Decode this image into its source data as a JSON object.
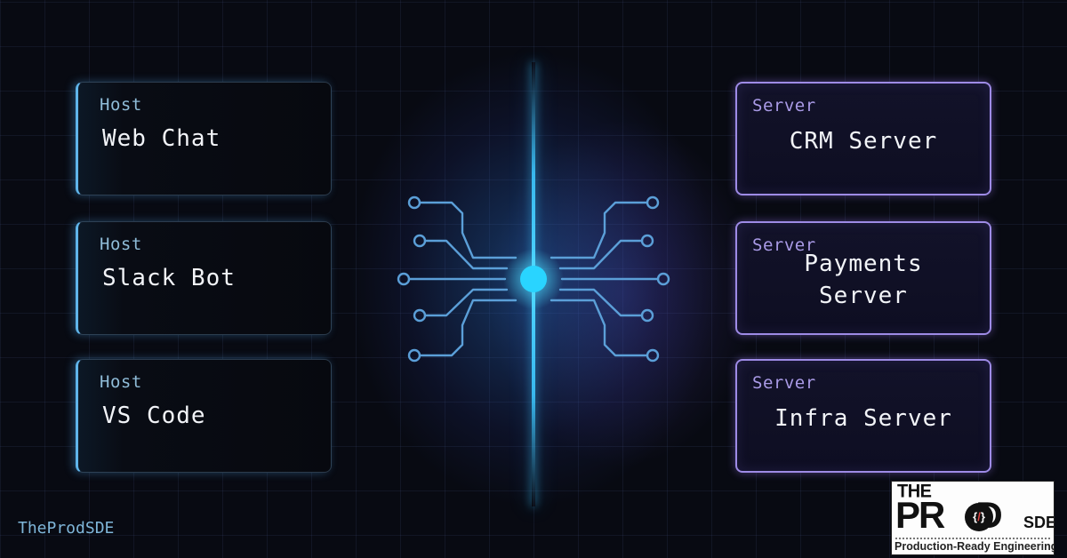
{
  "hosts": [
    {
      "tag": "Host",
      "name": "Web Chat"
    },
    {
      "tag": "Host",
      "name": "Slack Bot"
    },
    {
      "tag": "Host",
      "name": "VS Code"
    }
  ],
  "servers": [
    {
      "tag": "Server",
      "name": "CRM Server"
    },
    {
      "tag": "Server",
      "name_line1": "Payments",
      "name_line2": "Server"
    },
    {
      "tag": "Server",
      "name": "Infra Server"
    }
  ],
  "brand": {
    "watermark": "TheProdSDE",
    "logo": {
      "the": "THE",
      "prod_p": "PR",
      "prod_d": "D",
      "brace_open": "{",
      "brace_slash": "/",
      "brace_close": "}",
      "sde": "SDE",
      "tagline": "Production-Ready Engineering"
    }
  },
  "colors": {
    "background": "#080a12",
    "host_accent": "#5fb4ea",
    "server_accent": "#9e8be6",
    "beam": "#4fd6ff",
    "circuit": "#5b9fd8"
  },
  "center_hub": {
    "icon": "circuit-hub-icon"
  }
}
